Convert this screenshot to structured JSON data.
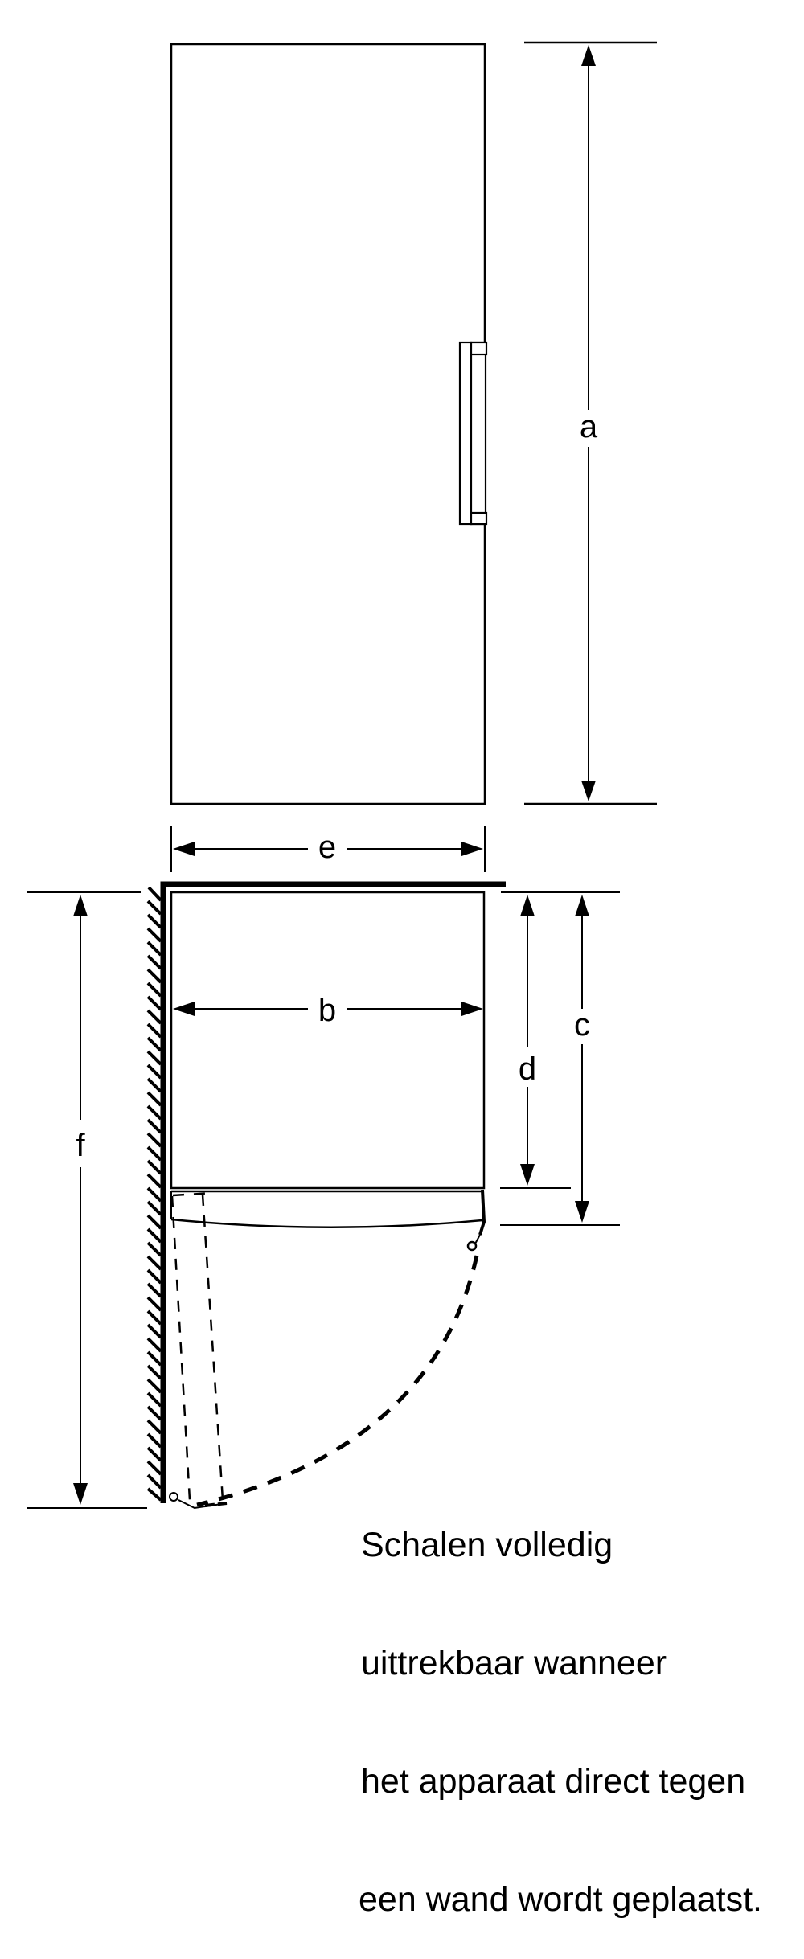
{
  "diagram": {
    "type": "appliance-installation-dimensions",
    "views": [
      "front-view",
      "top-view"
    ],
    "colors": {
      "line": "#000000",
      "background": "#ffffff"
    },
    "dimension_labels": {
      "a": "a",
      "b": "b",
      "c": "c",
      "d": "d",
      "e": "e",
      "f": "f"
    },
    "note_lines": [
      "Schalen volledig",
      "uittrekbaar wanneer",
      "het apparaat direct tegen",
      "een wand wordt geplaatst."
    ]
  }
}
